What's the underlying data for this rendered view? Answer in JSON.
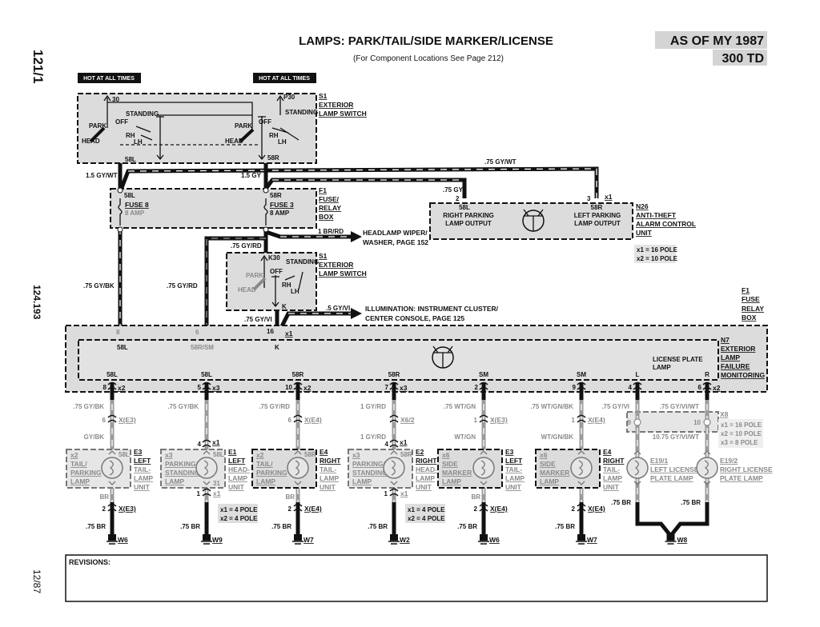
{
  "header": {
    "title": "LAMPS: PARK/TAIL/SIDE MARKER/LICENSE",
    "subtitle": "(For Component Locations See Page 212)",
    "model_year": "AS OF MY 1987",
    "model": "300 TD",
    "page_ref": "121/1",
    "group_ref": "124.193",
    "date": "12/87"
  },
  "top": {
    "hot_left": "HOT AT ALL TIMES",
    "hot_right": "HOT AT ALL TIMES",
    "s1_upper": {
      "id": "S1",
      "name1": "EXTERIOR",
      "name2": "LAMP SWITCH",
      "t30": "30",
      "tp30": "P30",
      "standing": "STANDING",
      "standing2": "STANDING",
      "park": "PARK",
      "park2": "PARK",
      "off": "OFF",
      "off2": "OFF",
      "head": "HEAD",
      "head2": "HEAD",
      "rh": "RH",
      "rh2": "RH",
      "lh": "LH",
      "lh2": "LH",
      "out_l": "58L",
      "out_r": "58R"
    },
    "wires": {
      "w1": "1.5 GY/WT",
      "w2": "1.5 GY",
      "w3": ".75 GY/WT",
      "w4": ".75 GY",
      "w5": "1 BR/RD",
      "w6": ".75 GY/RD",
      "w7": ".75 GY/BK",
      "w8": ".75 GY/RD",
      "w9": ".5 GY/VI",
      "w10": ".75 GY/VI"
    },
    "f1": {
      "id": "F1",
      "name1": "FUSE/",
      "name2": "RELAY",
      "name3": "BOX",
      "l_term": "58L",
      "l_fuse": "FUSE 8",
      "l_amp": "8 AMP",
      "r_term": "58R",
      "r_fuse": "FUSE 3",
      "r_amp": "8 AMP"
    },
    "n26": {
      "id": "N26",
      "name1": "ANTI-THEFT",
      "name2": "ALARM CONTROL",
      "name3": "UNIT",
      "pin_l": "2",
      "pin_r": "3",
      "conn": "x1",
      "l_term": "58L",
      "l_name1": "RIGHT PARKING",
      "l_name2": "LAMP OUTPUT",
      "r_term": "58R",
      "r_name1": "LEFT PARKING",
      "r_name2": "LAMP OUTPUT",
      "note1": "x1 = 16 POLE",
      "note2": "x2 = 10 POLE"
    },
    "headlamp_ref1": "HEADLAMP WIPER/",
    "headlamp_ref2": "WASHER, PAGE 152",
    "s1_lower": {
      "id": "S1",
      "name1": "EXTERIOR",
      "name2": "LAMP SWITCH",
      "k30": "K30",
      "standing": "STANDING",
      "park": "PARK",
      "off": "OFF",
      "head": "HEAD",
      "rh": "RH",
      "lh": "LH",
      "k": "K"
    },
    "illum_ref1": "ILLUMINATION: INSTRUMENT CLUSTER/",
    "illum_ref2": "CENTER CONSOLE, PAGE 125",
    "n7_in": {
      "pin8": "8",
      "pin6": "6",
      "pin16": "16",
      "conn": "x1",
      "t58l": "58L",
      "t58rsm": "58R/SM",
      "tk": "K"
    },
    "f1_outer": {
      "id": "F1",
      "name1": "FUSE",
      "name2": "RELAY",
      "name3": "BOX"
    },
    "n7": {
      "id": "N7",
      "name1": "EXTERIOR",
      "name2": "LAMP",
      "name3": "FAILURE",
      "name4": "MONITORING",
      "lic1": "LICENSE PLATE",
      "lic2": "LAMP"
    }
  },
  "x8": {
    "id": "X8",
    "note1": "x1 = 16 POLE",
    "note2": "x2 = 10 POLE",
    "note3": "x3 = 8 POLE"
  },
  "columns": [
    {
      "term": "58L",
      "pin": "8",
      "conn": "x2",
      "wire1": ".75 GY/BK",
      "inline_pin": "6",
      "inline": "X(E3)",
      "wire2": "GY/BK",
      "lamp_conn": "x2",
      "lamp_name": [
        "TAIL/",
        "PARKING",
        "LAMP"
      ],
      "lamp_term": "58L",
      "unit": [
        "E3",
        "LEFT",
        "TAIL-",
        "LAMP",
        "UNIT"
      ],
      "br": "BR",
      "low_pin": "2",
      "low_conn": "X(E3)",
      "gnd_wire": ".75 BR",
      "ground": "W6"
    },
    {
      "term": "58L",
      "pin": "5",
      "conn": "x3",
      "wire1": ".75 GY/BK",
      "top_pin": "4",
      "top_conn": "x1",
      "lamp_conn": "x3",
      "lamp_name": [
        "PARKING/",
        "STANDING",
        "LAMP"
      ],
      "lamp_term": "58L",
      "lamp_bot": "31",
      "unit": [
        "E1",
        "LEFT",
        "HEAD-",
        "LAMP",
        "UNIT"
      ],
      "low_pin": "1",
      "low_conn": "x1",
      "gnd_wire": ".75 BR",
      "ground": "W9",
      "note": [
        "x1 = 4 POLE",
        "x2 = 4 POLE"
      ]
    },
    {
      "term": "58R",
      "pin": "10",
      "conn": "x2",
      "wire1": ".75 GY/RD",
      "inline_pin": "6",
      "inline": "X(E4)",
      "lamp_conn": "x2",
      "lamp_name": [
        "TAIL/",
        "PARKING",
        "LAMP"
      ],
      "lamp_term": "58R",
      "unit": [
        "E4",
        "RIGHT",
        "TAIL-",
        "LAMP",
        "UNIT"
      ],
      "br": "BR",
      "low_pin": "2",
      "low_conn": "X(E4)",
      "gnd_wire": ".75 BR",
      "ground": "W7"
    },
    {
      "term": "58R",
      "pin": "7",
      "conn": "x3",
      "wire1": "1 GY/RD",
      "inline_pin": "",
      "inline": "X6/2",
      "wire2": "1 GY/RD",
      "top_pin": "4",
      "top_conn": "x1",
      "lamp_conn": "x3",
      "lamp_name": [
        "PARKING/",
        "STANDING",
        "LAMP"
      ],
      "lamp_term": "58R",
      "unit": [
        "E2",
        "RIGHT",
        "HEAD-",
        "LAMP",
        "UNIT"
      ],
      "low_pin": "1",
      "low_conn": "x1",
      "gnd_wire": ".75 BR",
      "ground": "W2",
      "note": [
        "x1 = 4 POLE",
        "x2 = 4 POLE"
      ]
    },
    {
      "term": "SM",
      "pin": "2",
      "conn": "",
      "wire1": ".75 WT/GN",
      "inline_pin": "1",
      "inline": "X(E3)",
      "wire2": "WT/GN",
      "lamp_conn": "x6",
      "lamp_name": [
        "SIDE",
        "MARKER",
        "LAMP"
      ],
      "unit": [
        "E3",
        "LEFT",
        "TAIL-",
        "LAMP",
        "UNIT"
      ],
      "br": "BR",
      "low_pin": "2",
      "low_conn": "X(E4)",
      "gnd_wire": ".75 BR",
      "ground": "W6"
    },
    {
      "term": "SM",
      "pin": "9",
      "conn": "",
      "wire1": ".75 WT/GN/BK",
      "inline_pin": "1",
      "inline": "X(E4)",
      "wire2": "WT/GN/BK",
      "lamp_conn": "x6",
      "lamp_name": [
        "SIDE",
        "MARKER",
        "LAMP"
      ],
      "unit": [
        "E4",
        "RIGHT",
        "TAIL-",
        "LAMP",
        "UNIT"
      ],
      "low_pin": "2",
      "low_conn": "X(E4)",
      "gnd_wire": ".75 BR",
      "ground": "W7"
    },
    {
      "term": "L",
      "pin": "4",
      "conn": "",
      "wire1": ".75 GY/VI",
      "x8_pin": "9",
      "unit": [
        "E19/1",
        "LEFT LICENSE",
        "PLATE LAMP"
      ],
      "gnd_wire": ".75 BR"
    },
    {
      "term": "R",
      "pin": "6",
      "conn": "x2",
      "wire1": ".75 GY/VI/WT",
      "x8_pin": "10",
      "wire2": "10.75 GY/VI/WT",
      "unit": [
        "E19/2",
        "RIGHT LICENSE",
        "PLATE LAMP"
      ],
      "gnd_wire": ".75 BR",
      "ground": "W8"
    }
  ],
  "revisions": {
    "label": "REVISIONS:"
  }
}
